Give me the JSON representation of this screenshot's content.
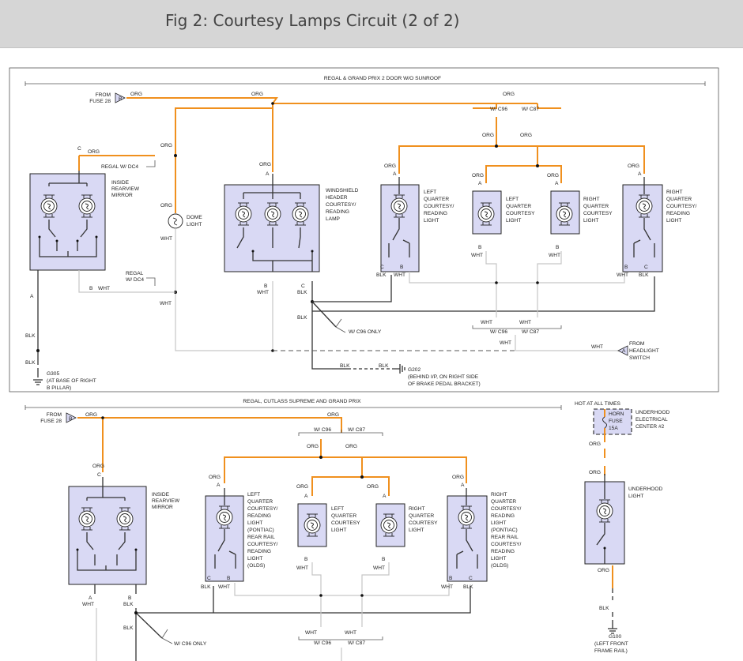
{
  "header": {
    "title": "Fig 2: Courtesy Lamps Circuit (2 of 2)"
  },
  "top": {
    "section_label": "REGAL & GRAND PRIX 2 DOOR W/O SUNROOF",
    "from_fuse": [
      "FROM",
      "FUSE 28"
    ],
    "pin_b": "B",
    "pin_a": "A",
    "pin_c": "C",
    "org": "ORG",
    "wht": "WHT",
    "blk": "BLK",
    "w_c96": "W/ C96",
    "w_c87": "W/ C87",
    "w_c96_only": "W/ C96 ONLY",
    "regal_w_dc4": "REGAL W/ DC4",
    "regal_w_dc4_2": [
      "REGAL",
      "W/ DC4"
    ],
    "inside_mirror": [
      "INSIDE",
      "REARVIEW",
      "MIRROR"
    ],
    "dome": [
      "DOME",
      "LIGHT"
    ],
    "windshield": [
      "WINDSHIELD",
      "HEADER",
      "COURTESY/",
      "READING",
      "LAMP"
    ],
    "lq_reading": [
      "LEFT",
      "QUARTER",
      "COURTESY/",
      "READING",
      "LIGHT"
    ],
    "lq_courtesy": [
      "LEFT",
      "QUARTER",
      "COURTESY",
      "LIGHT"
    ],
    "rq_courtesy": [
      "RIGHT",
      "QUARTER",
      "COURTESY",
      "LIGHT"
    ],
    "rq_reading": [
      "RIGHT",
      "QUARTER",
      "COURTESY/",
      "READING",
      "LIGHT"
    ],
    "from_headlight": [
      "FROM",
      "HEADLIGHT",
      "SWITCH"
    ],
    "g305": [
      "G305",
      "(AT BASE OF RIGHT",
      "B PILLAR)"
    ],
    "g202": [
      "G202",
      "(BEHIND I/P, ON RIGHT SIDE",
      "OF BRAKE PEDAL BRACKET)"
    ]
  },
  "bottom": {
    "section_label": "REGAL, CUTLASS SUPREME AND GRAND PRIX",
    "hot_at_all_times": "HOT AT ALL TIMES",
    "horn_fuse": [
      "HORN",
      "FUSE",
      "15A"
    ],
    "underhood_center": [
      "UNDERHOOD",
      "ELECTRICAL",
      "CENTER #2"
    ],
    "underhood_light": [
      "UNDERHOOD",
      "LIGHT"
    ],
    "g100": [
      "G100",
      "(LEFT FRONT",
      "FRAME RAIL)"
    ],
    "inside_mirror": [
      "INSIDE",
      "REARVIEW",
      "MIRROR"
    ],
    "lq_pontiac": [
      "LEFT",
      "QUARTER",
      "COURTESY/",
      "READING",
      "LIGHT",
      "(PONTIAC)",
      "REAR RAIL",
      "COURTESY/",
      "READING",
      "LIGHT",
      "(OLDS)"
    ],
    "lq_courtesy": [
      "LEFT",
      "QUARTER",
      "COURTESY",
      "LIGHT"
    ],
    "rq_courtesy": [
      "RIGHT",
      "QUARTER",
      "COURTESY",
      "LIGHT"
    ],
    "rq_pontiac": [
      "RIGHT",
      "QUARTER",
      "COURTESY/",
      "READING",
      "LIGHT",
      "(PONTIAC)",
      "REAR RAIL",
      "COURTESY/",
      "READING",
      "LIGHT",
      "(OLDS)"
    ]
  }
}
